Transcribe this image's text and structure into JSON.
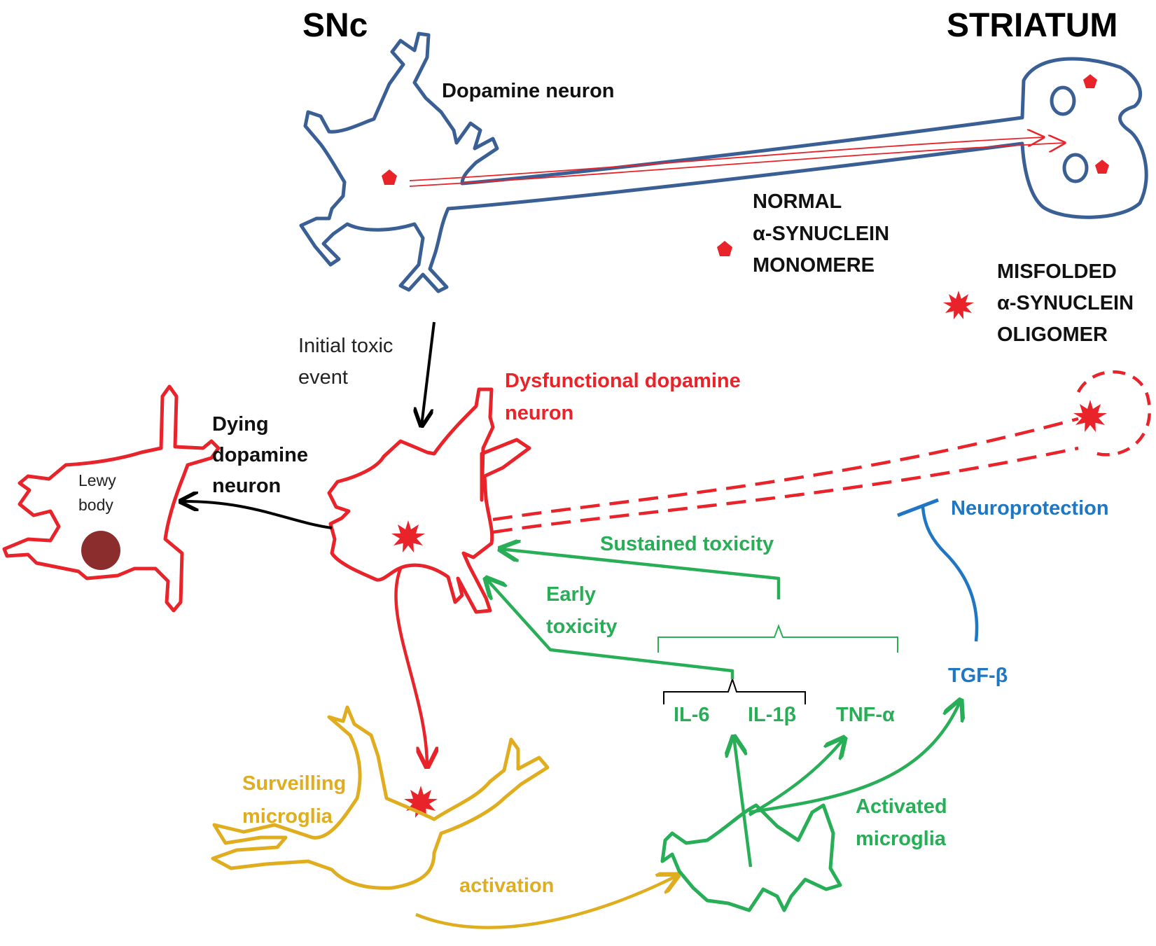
{
  "titles": {
    "left": "SNc",
    "right": "STRIATUM"
  },
  "labels": {
    "dopamine_neuron": "Dopamine neuron",
    "initial_toxic_event": [
      "Initial toxic",
      "event"
    ],
    "dysfunctional_neuron": [
      "Dysfunctional dopamine",
      "neuron"
    ],
    "dying_neuron": [
      "Dying",
      "dopamine",
      "neuron"
    ],
    "lewy_body": [
      "Lewy",
      "body"
    ],
    "neuroprotection": "Neuroprotection",
    "sustained_toxicity": "Sustained toxicity",
    "early_toxicity": [
      "Early",
      "toxicity"
    ],
    "surveilling_microglia": [
      "Surveilling",
      "microglia"
    ],
    "activation": "activation",
    "activated_microglia": [
      "Activated",
      "microglia"
    ]
  },
  "cytokines": {
    "il6": "IL-6",
    "il1b": "IL-1β",
    "tnfa": "TNF-α",
    "tgfb": "TGF-β"
  },
  "legend": {
    "normal": [
      "NORMAL",
      "α-SYNUCLEIN",
      "MONOMERE"
    ],
    "misfolded": [
      "MISFOLDED",
      "α-SYNUCLEIN",
      "OLIGOMER"
    ]
  },
  "colors": {
    "healthy_neuron": "#3a5f95",
    "damaged_neuron": "#e8232a",
    "surveilling_microglia": "#e0ad1f",
    "activated_microglia": "#27ae57",
    "neuroprotection": "#1f77c4",
    "lewy_body": "#8b2d2d"
  }
}
